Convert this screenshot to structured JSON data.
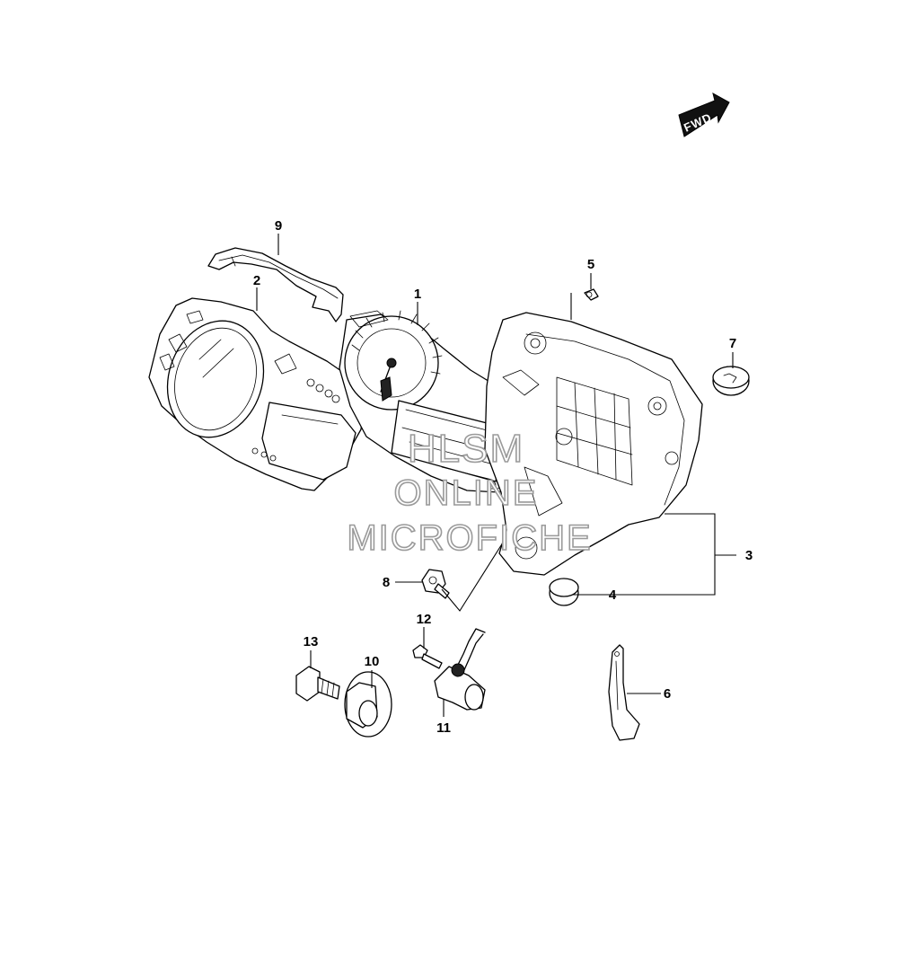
{
  "orientation": {
    "fwd_label": "FWD",
    "fwd_icon": "fwd-arrow-icon"
  },
  "parts": {
    "p1": "1",
    "p2": "2",
    "p3": "3",
    "p4": "4",
    "p5": "5",
    "p6": "6",
    "p7": "7",
    "p8": "8",
    "p9": "9",
    "p10": "10",
    "p11": "11",
    "p12": "12",
    "p13": "13"
  },
  "watermark": {
    "line1": "HLSM",
    "line2": "ONLINE",
    "line3": "MICROFICHE"
  },
  "colors": {
    "line": "#000000",
    "background": "#ffffff",
    "watermark": "#9a9a9a"
  }
}
